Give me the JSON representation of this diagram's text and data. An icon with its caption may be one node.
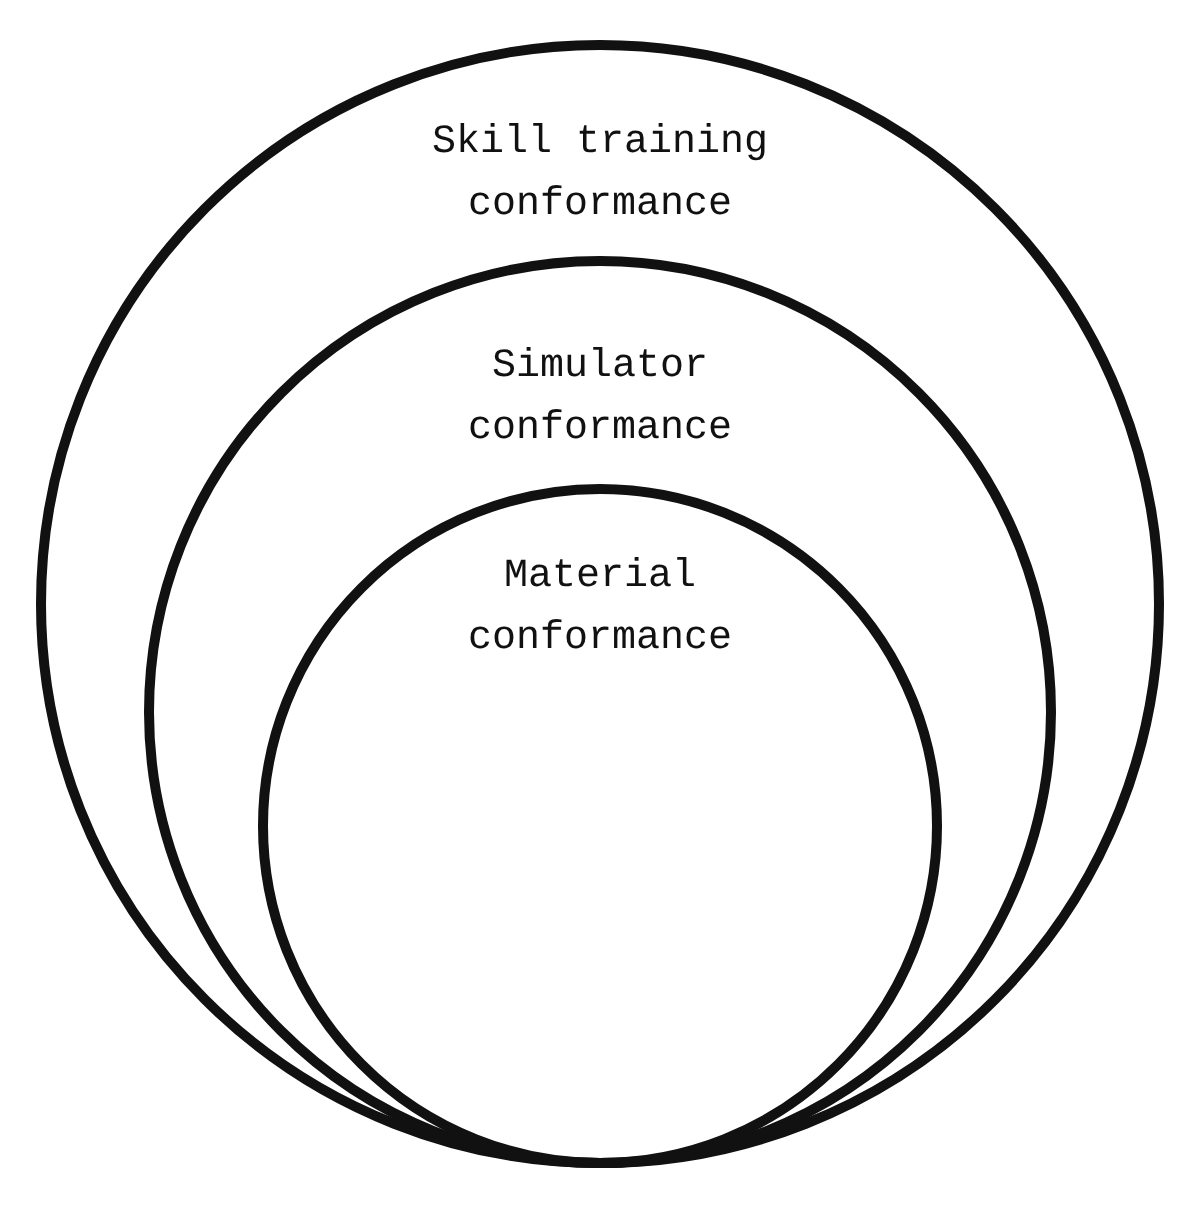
{
  "diagram": {
    "nodes": [
      {
        "text": [
          "Skill training conformance"
        ]
      },
      {
        "text": [
          "Simulator conformance"
        ],
        "in": 0
      },
      {
        "text": [
          "Material conformance"
        ],
        "in": 1
      }
    ]
  }
}
